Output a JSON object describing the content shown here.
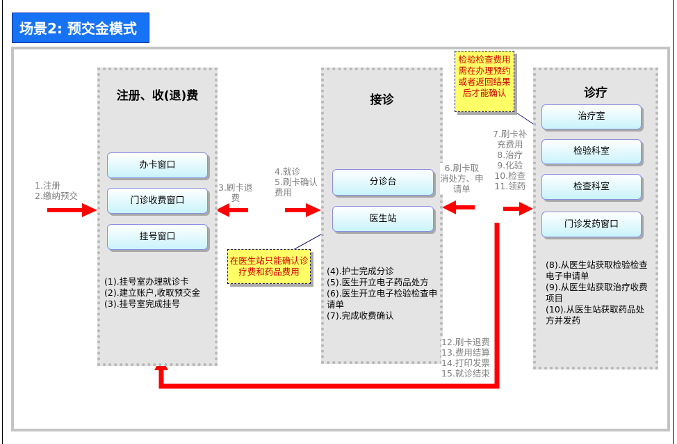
{
  "title": "场景2: 预交金模式",
  "panels": [
    {
      "title": "注册、收(退)费",
      "buttons": [
        "办卡窗口",
        "门诊收费窗口",
        "挂号窗口"
      ],
      "desc": [
        "(1).挂号室办理就诊卡",
        "(2).建立账户,收取预交金",
        "(3).挂号室完成挂号"
      ]
    },
    {
      "title": "接诊",
      "buttons": [
        "分诊台",
        "医生站"
      ],
      "desc": [
        "(4).护士完成分诊",
        "(5).医生开立电子药品处方",
        "(6).医生开立电子检验检查申请单",
        "(7).完成收费确认"
      ]
    },
    {
      "title": "诊疗",
      "buttons": [
        "治疗室",
        "检验科室",
        "检查科室",
        "门诊发药窗口"
      ],
      "desc": [
        "(8).从医生站获取检验检查电子申请单",
        "(9).从医生站获取治疗收费项目",
        "(10).从医生站获取药品处方并发药"
      ]
    }
  ],
  "flows": {
    "f1": "1.注册\n2.缴纳预交",
    "f3": "3.刷卡退\n费",
    "f45": "4.就诊\n5.刷卡确认\n费用",
    "f6": "6.刷卡取\n消处方、申\n请单",
    "f7": "7.刷卡补\n充费用\n8.治疗\n9.化验\n10.检查\n11.领药",
    "f12": "12.刷卡退费\n13.费用结算\n14.打印发票\n15.就诊结束"
  },
  "notes": {
    "n1": "检验检查费用需在办理预约或者返回结果后才能确认",
    "n2": "在医生站只能确认诊疗费和药品费用"
  },
  "colors": {
    "arrow": "#ff0000",
    "title_bg": "#1673f5",
    "note_bg": "#ffff66"
  }
}
